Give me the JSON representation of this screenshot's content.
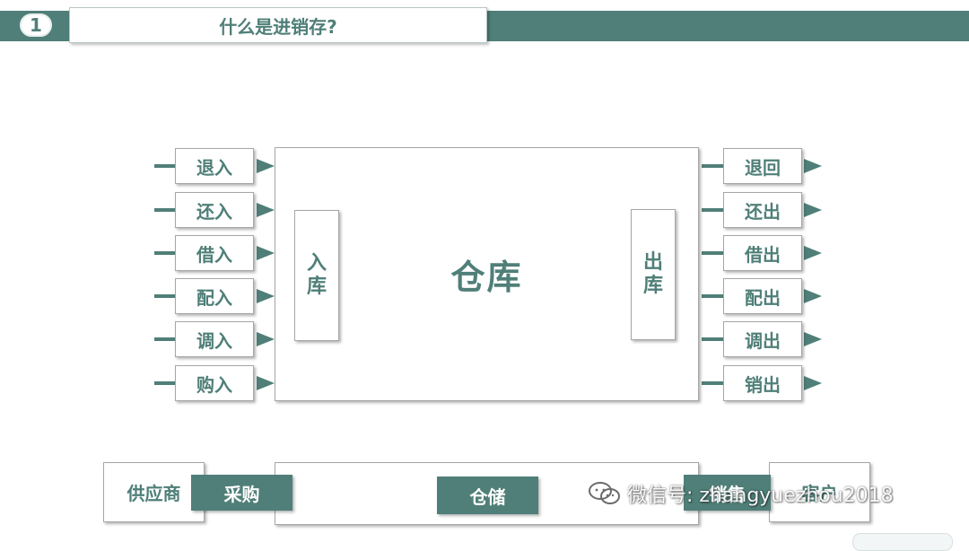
{
  "slide": {
    "number": "1",
    "title": "什么是进销存?"
  },
  "diagram": {
    "inputs": [
      "退入",
      "还入",
      "借入",
      "配入",
      "调入",
      "购入"
    ],
    "outputs": [
      "退回",
      "还出",
      "借出",
      "配出",
      "调出",
      "销出"
    ],
    "inbound_label": [
      "入",
      "库"
    ],
    "outbound_label": [
      "出",
      "库"
    ],
    "warehouse_label": "仓库"
  },
  "flow": {
    "supplier": "供应商",
    "purchase": "采购",
    "storage": "仓储",
    "sales": "销售",
    "customer": "客户"
  },
  "watermark": {
    "text": "微信号: zhangyuezhou2018"
  },
  "colors": {
    "accent": "#4f7f78",
    "background": "#ffffff"
  }
}
